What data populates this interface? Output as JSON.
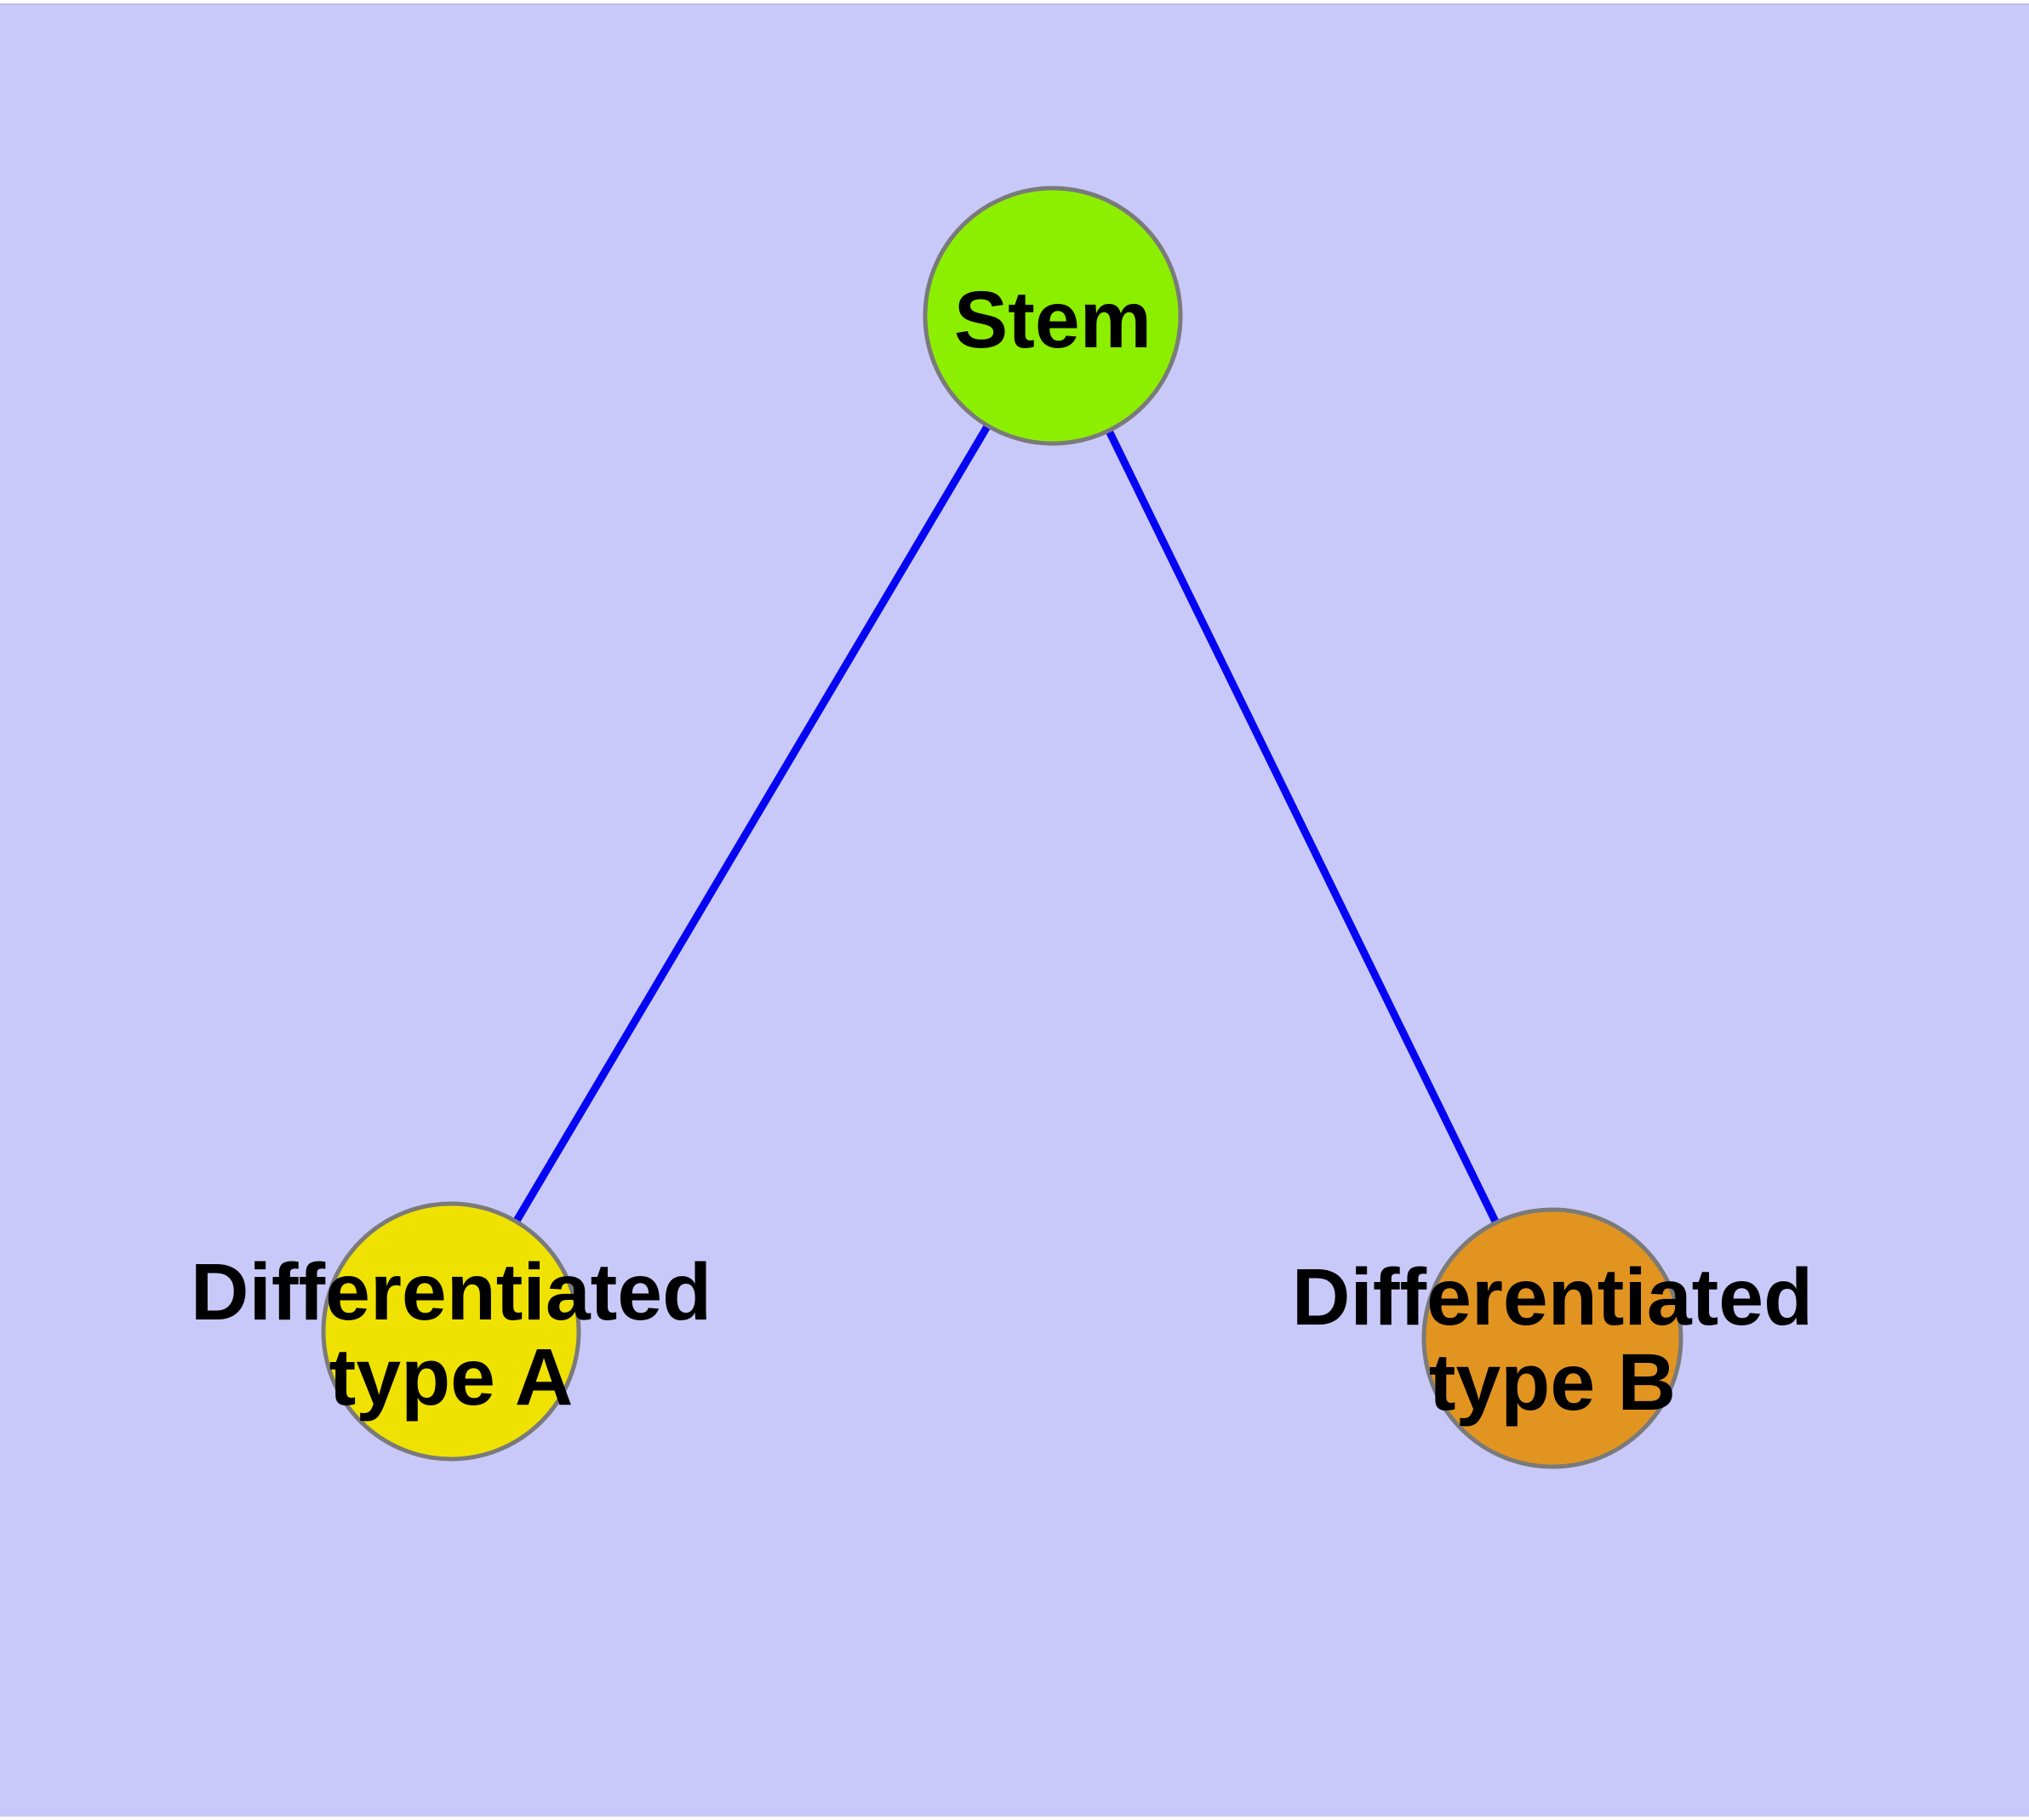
{
  "diagram": {
    "background_color": "#C9C9F9",
    "page_edge_color": "#FFFFFF",
    "top_border_color": "#BCBCEE",
    "edge_color": "#0505F2",
    "node_border_color": "#7A7A7A",
    "label_color": "#000000",
    "nodes": {
      "stem": {
        "label": "Stem",
        "fill": "#8CEF00"
      },
      "typeA": {
        "label_line1": "Differentiated",
        "label_line2": "type A",
        "fill": "#F0E200"
      },
      "typeB": {
        "label_line1": "Differentiated",
        "label_line2": "type B",
        "fill": "#E29420"
      }
    },
    "edges": [
      {
        "from": "Stem",
        "to": "Differentiated type A"
      },
      {
        "from": "Stem",
        "to": "Differentiated type B"
      }
    ]
  }
}
